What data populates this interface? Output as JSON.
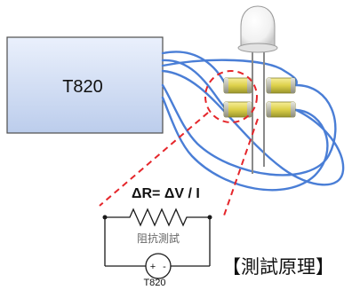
{
  "diagram": {
    "device_label": "T820",
    "formula": "ΔR= ΔV / I",
    "circuit": {
      "resistor_label": "阻抗測試",
      "source_plus": "+",
      "source_minus": "-",
      "source_label": "T820"
    },
    "caption": "【測試原理】"
  },
  "colors": {
    "wire": "#4a7ed6",
    "highlight": "#e5262b",
    "device_fill_top": "#eaf0fc",
    "device_fill_bottom": "#bccdec",
    "device_border": "#4d4d4d",
    "connector_light": "#f6ee9a",
    "connector_mid": "#ddd04a",
    "connector_dark": "#9a962c"
  }
}
